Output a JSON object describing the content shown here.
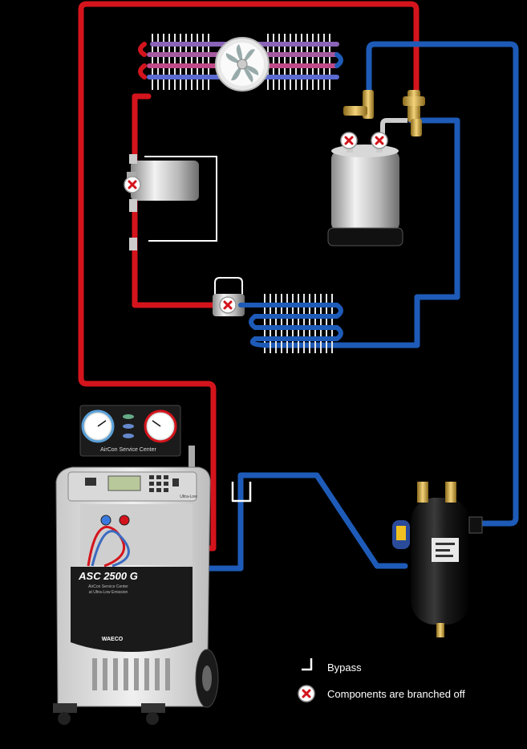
{
  "machine": {
    "model": "ASC 2500 G",
    "subtitle_line1": "AirCon Service Center",
    "subtitle_line2": "at Ultra-Low Emission",
    "panel_title": "AirCon Service Center",
    "brand": "WAECO",
    "panel_brand": "Ultra-Low"
  },
  "legend": {
    "bypass_label": "Bypass",
    "branched_label": "Components are branched off"
  },
  "colors": {
    "high_pressure": "#d4141c",
    "low_pressure": "#1e5bb8",
    "background": "#000000",
    "bypass_line": "#ffffff",
    "branch_marker": "#d4141c"
  },
  "icons": {
    "fan": "fan-icon",
    "branch": "branched-off-x-icon",
    "bypass": "bypass-bracket-icon"
  }
}
